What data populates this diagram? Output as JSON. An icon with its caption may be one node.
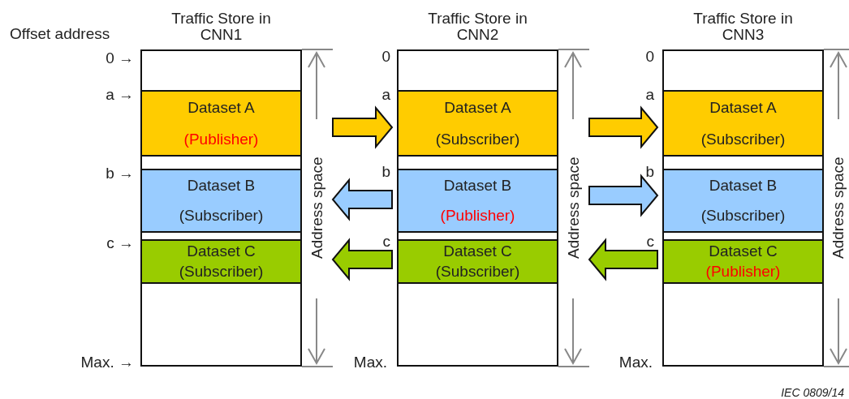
{
  "diagram": {
    "nodes": [
      {
        "text": [
          "Traffic Store in CNN1"
        ]
      },
      {
        "text": [
          "Dataset A",
          "(Publisher)"
        ],
        "in": 0
      },
      {
        "text": [
          "Dataset B",
          "(Subscriber)"
        ],
        "in": 0
      },
      {
        "text": [
          "Dataset C",
          "(Subscriber)"
        ],
        "in": 0
      },
      {
        "text": [
          "Traffic Store in CNN2"
        ]
      },
      {
        "text": [
          "Dataset A",
          "(Subscriber)"
        ],
        "in": 4
      },
      {
        "text": [
          "Dataset B",
          "(Publisher)"
        ],
        "in": 4
      },
      {
        "text": [
          "Dataset C",
          "(Subscriber)"
        ],
        "in": 4
      },
      {
        "text": [
          "Traffic Store in CNN3"
        ]
      },
      {
        "text": [
          "Dataset A",
          "(Subscriber)"
        ],
        "in": 8
      },
      {
        "text": [
          "Dataset B",
          "(Subscriber)"
        ],
        "in": 8
      },
      {
        "text": [
          "Dataset C",
          "(Publisher)"
        ],
        "in": 8
      }
    ],
    "edges": [
      {
        "from": 1,
        "to": 5,
        "arrow": "to",
        "color": "#ffcc00"
      },
      {
        "from": 6,
        "to": 2,
        "arrow": "to",
        "color": "#99ccff"
      },
      {
        "from": 7,
        "to": 3,
        "arrow": "to",
        "color": "#99cc00"
      },
      {
        "from": 5,
        "to": 9,
        "arrow": "to",
        "color": "#ffcc00"
      },
      {
        "from": 6,
        "to": 10,
        "arrow": "to",
        "color": "#99ccff"
      },
      {
        "from": 11,
        "to": 7,
        "arrow": "to",
        "color": "#99cc00"
      }
    ],
    "labels": [
      "Offset address",
      "0 →",
      "a →",
      "b →",
      "c →",
      "Max. →",
      "0",
      "a",
      "b",
      "c",
      "Max.",
      "0",
      "a",
      "b",
      "c",
      "Max.",
      "Address space",
      "Address space",
      "Address space",
      "IEC 0809/14"
    ]
  }
}
